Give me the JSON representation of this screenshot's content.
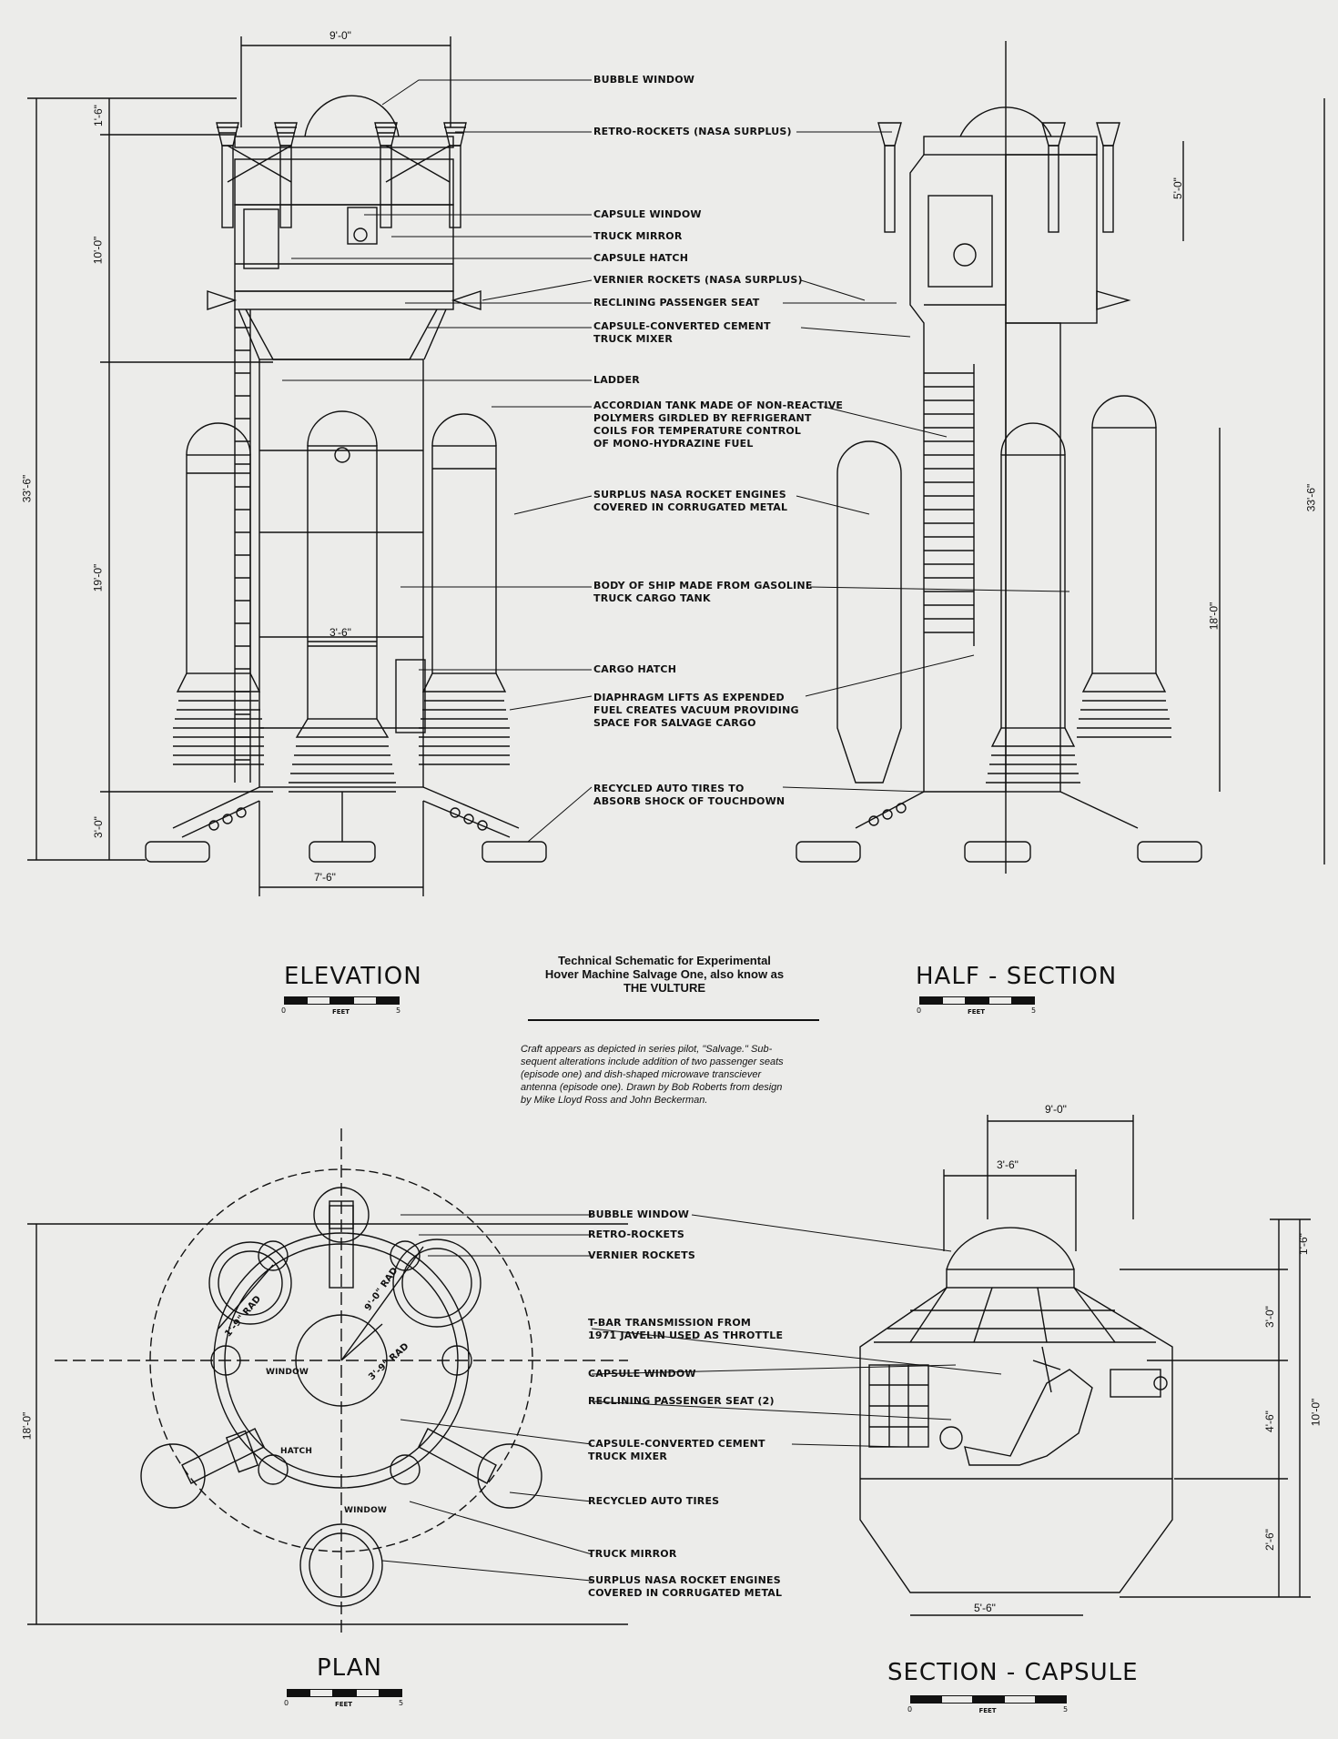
{
  "title": {
    "lines": [
      "Technical Schematic for Experimental",
      "Hover Machine Salvage One, also know as",
      "THE VULTURE"
    ]
  },
  "caption": {
    "lines": [
      "Craft appears as depicted in series pilot, \"Salvage.\" Sub-",
      "sequent alterations include addition of two passenger seats",
      "(episode one) and dish-shaped microwave transciever",
      "antenna (episode one). Drawn by  Bob Roberts from design",
      "by Mike Lloyd Ross and John Beckerman."
    ]
  },
  "views": {
    "elevation": "ELEVATION",
    "half_section": "HALF - SECTION",
    "plan": "PLAN",
    "section_capsule": "SECTION - CAPSULE"
  },
  "scale_bar": {
    "start": "0",
    "end": "5",
    "unit": "FEET"
  },
  "top_labels": [
    {
      "key": "bubble_window",
      "lines": [
        "BUBBLE WINDOW"
      ]
    },
    {
      "key": "retro_rockets",
      "lines": [
        "RETRO-ROCKETS (NASA SURPLUS)"
      ]
    },
    {
      "key": "capsule_window",
      "lines": [
        "CAPSULE WINDOW"
      ]
    },
    {
      "key": "truck_mirror",
      "lines": [
        "TRUCK MIRROR"
      ]
    },
    {
      "key": "capsule_hatch",
      "lines": [
        "CAPSULE HATCH"
      ]
    },
    {
      "key": "vernier_rockets",
      "lines": [
        "VERNIER ROCKETS (NASA SURPLUS)"
      ]
    },
    {
      "key": "reclining_seat",
      "lines": [
        "RECLINING PASSENGER SEAT"
      ]
    },
    {
      "key": "capsule_mixer",
      "lines": [
        "CAPSULE-CONVERTED CEMENT",
        "TRUCK MIXER"
      ]
    },
    {
      "key": "ladder",
      "lines": [
        "LADDER"
      ]
    },
    {
      "key": "accordian_tank",
      "lines": [
        "ACCORDIAN TANK MADE OF NON-REACTIVE",
        "POLYMERS GIRDLED BY REFRIGERANT",
        "COILS FOR TEMPERATURE CONTROL",
        "OF MONO-HYDRAZINE FUEL"
      ]
    },
    {
      "key": "surplus_engines",
      "lines": [
        "SURPLUS NASA ROCKET ENGINES",
        "COVERED IN CORRUGATED METAL"
      ]
    },
    {
      "key": "body_of_ship",
      "lines": [
        "BODY OF SHIP MADE FROM GASOLINE",
        "TRUCK CARGO TANK"
      ]
    },
    {
      "key": "cargo_hatch",
      "lines": [
        "CARGO HATCH"
      ]
    },
    {
      "key": "diaphragm",
      "lines": [
        "DIAPHRAGM LIFTS AS EXPENDED",
        "FUEL CREATES VACUUM PROVIDING",
        "SPACE FOR SALVAGE CARGO"
      ]
    },
    {
      "key": "auto_tires",
      "lines": [
        "RECYCLED AUTO TIRES TO",
        "ABSORB SHOCK OF TOUCHDOWN"
      ]
    }
  ],
  "bottom_labels": [
    {
      "key": "bubble_window",
      "lines": [
        "BUBBLE WINDOW"
      ]
    },
    {
      "key": "retro_rockets",
      "lines": [
        "RETRO-ROCKETS"
      ]
    },
    {
      "key": "vernier_rockets",
      "lines": [
        "VERNIER ROCKETS"
      ]
    },
    {
      "key": "t_bar",
      "lines": [
        "T-BAR TRANSMISSION FROM",
        "1971 JAVELIN USED AS THROTTLE"
      ]
    },
    {
      "key": "capsule_window",
      "lines": [
        "CAPSULE WINDOW"
      ]
    },
    {
      "key": "reclining_seat",
      "lines": [
        "RECLINING PASSENGER SEAT (2)"
      ]
    },
    {
      "key": "capsule_mixer",
      "lines": [
        "CAPSULE-CONVERTED CEMENT",
        "TRUCK MIXER"
      ]
    },
    {
      "key": "auto_tires",
      "lines": [
        "RECYCLED AUTO TIRES"
      ]
    },
    {
      "key": "truck_mirror",
      "lines": [
        "TRUCK MIRROR"
      ]
    },
    {
      "key": "surplus_engines",
      "lines": [
        "SURPLUS NASA ROCKET ENGINES",
        "COVERED IN CORRUGATED METAL"
      ]
    }
  ],
  "plan_labels": {
    "window_1": "WINDOW",
    "window_2": "WINDOW",
    "hatch": "HATCH",
    "rad_outer": "9'-0\" RAD",
    "rad_small": "1'-9\" RAD",
    "rad_center": "3'-9\" RAD"
  },
  "dimensions": {
    "elev_width_top": "9'-0\"",
    "elev_dome": "1'-6\"",
    "elev_capsule": "10'-0\"",
    "elev_body": "19'-0\"",
    "elev_legs": "3'-0\"",
    "elev_total": "33'-6\"",
    "elev_engine_width": "3'-6\"",
    "elev_base_width": "7'-6\"",
    "hs_capsule_top": "5'-0\"",
    "hs_total": "33'-6\"",
    "hs_engine": "18'-0\"",
    "plan_diameter": "18'-0\"",
    "cap_width_top": "9'-0\"",
    "cap_dome_width": "3'-6\"",
    "cap_dome": "1'-6\"",
    "cap_upper": "3'-0\"",
    "cap_middle": "4'-6\"",
    "cap_lower": "2'-6\"",
    "cap_total": "10'-0\"",
    "cap_base_width": "5'-6\""
  }
}
